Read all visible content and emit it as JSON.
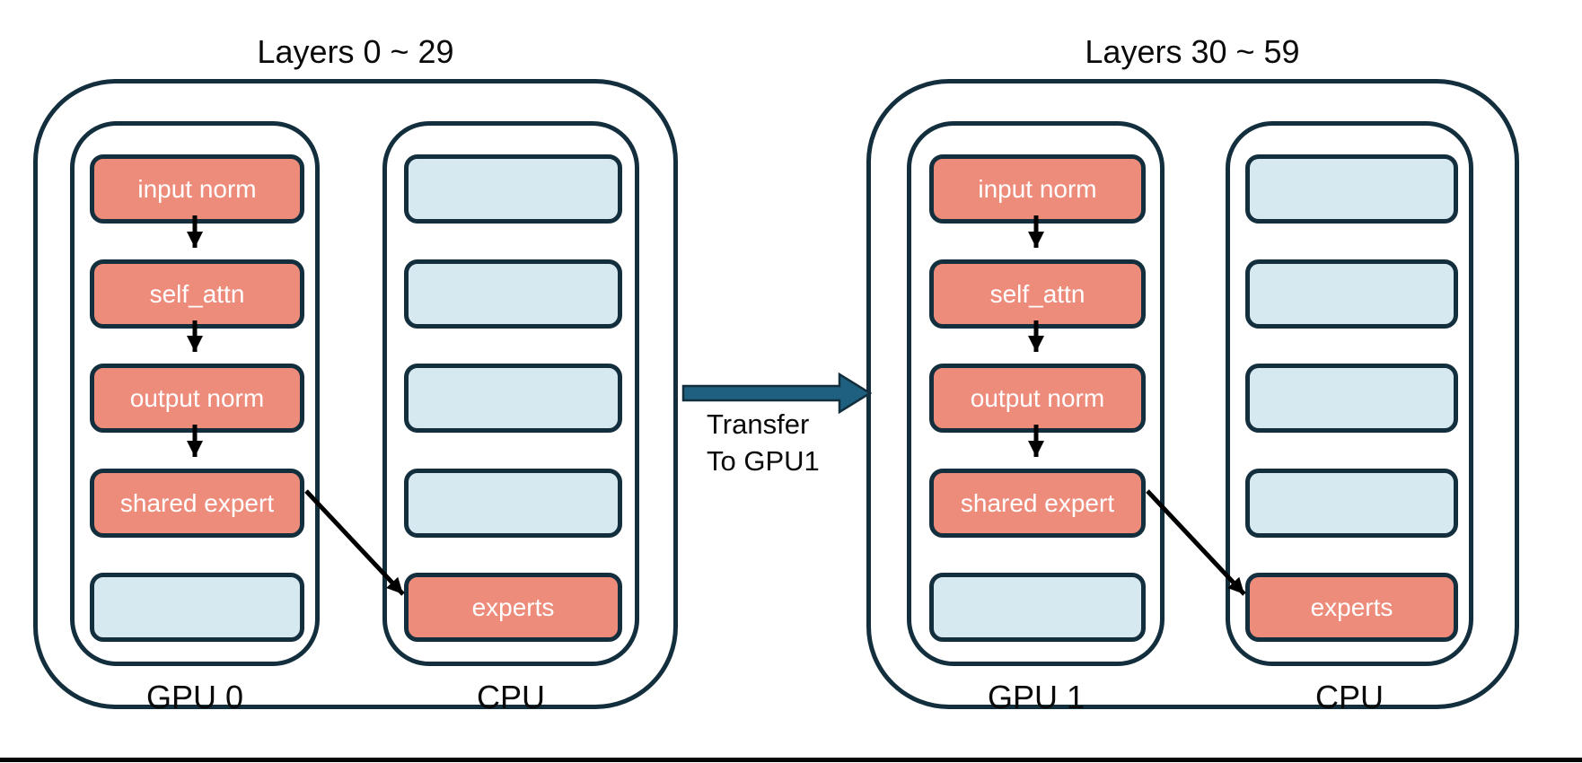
{
  "colors": {
    "outline": "#132e3d",
    "module_fill": "#ee8c7c",
    "empty_fill": "#d7e9f0",
    "flow_arrow": "#000000",
    "transfer_arrow_fill": "#1f6080",
    "box_text": "#ffffff",
    "label_text": "#0a0a0a"
  },
  "groups": [
    {
      "title": "Layers 0 ~ 29",
      "devices": [
        {
          "label": "GPU 0",
          "boxes": [
            {
              "label": "input norm",
              "type": "module"
            },
            {
              "label": "self_attn",
              "type": "module"
            },
            {
              "label": "output norm",
              "type": "module"
            },
            {
              "label": "shared expert",
              "type": "module"
            },
            {
              "label": "",
              "type": "empty"
            }
          ]
        },
        {
          "label": "CPU",
          "boxes": [
            {
              "label": "",
              "type": "empty"
            },
            {
              "label": "",
              "type": "empty"
            },
            {
              "label": "",
              "type": "empty"
            },
            {
              "label": "",
              "type": "empty"
            },
            {
              "label": "experts",
              "type": "module"
            }
          ]
        }
      ]
    },
    {
      "title": "Layers 30 ~ 59",
      "devices": [
        {
          "label": "GPU 1",
          "boxes": [
            {
              "label": "input norm",
              "type": "module"
            },
            {
              "label": "self_attn",
              "type": "module"
            },
            {
              "label": "output norm",
              "type": "module"
            },
            {
              "label": "shared expert",
              "type": "module"
            },
            {
              "label": "",
              "type": "empty"
            }
          ]
        },
        {
          "label": "CPU",
          "boxes": [
            {
              "label": "",
              "type": "empty"
            },
            {
              "label": "",
              "type": "empty"
            },
            {
              "label": "",
              "type": "empty"
            },
            {
              "label": "",
              "type": "empty"
            },
            {
              "label": "experts",
              "type": "module"
            }
          ]
        }
      ]
    }
  ],
  "transfer": {
    "line1": "Transfer",
    "line2": "To GPU1"
  }
}
